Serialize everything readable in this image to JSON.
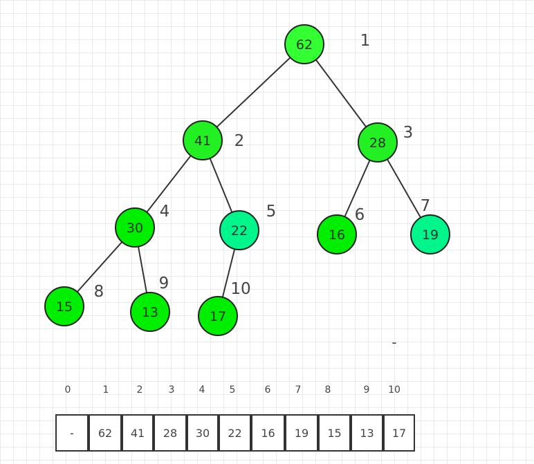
{
  "tree": {
    "nodes": [
      {
        "value": "62",
        "index": "1",
        "color": "#33ff33"
      },
      {
        "value": "41",
        "index": "2",
        "color": "#22f022"
      },
      {
        "value": "28",
        "index": "3",
        "color": "#22f022"
      },
      {
        "value": "30",
        "index": "4",
        "color": "#00ee00"
      },
      {
        "value": "22",
        "index": "5",
        "color": "#00f58a"
      },
      {
        "value": "16",
        "index": "6",
        "color": "#00ee00"
      },
      {
        "value": "19",
        "index": "7",
        "color": "#00f58a"
      },
      {
        "value": "15",
        "index": "8",
        "color": "#00ee00"
      },
      {
        "value": "13",
        "index": "9",
        "color": "#00ee00"
      },
      {
        "value": "17",
        "index": "10",
        "color": "#00ee00"
      }
    ],
    "edges": [
      [
        1,
        2
      ],
      [
        1,
        3
      ],
      [
        2,
        4
      ],
      [
        2,
        5
      ],
      [
        3,
        6
      ],
      [
        3,
        7
      ],
      [
        4,
        8
      ],
      [
        4,
        9
      ],
      [
        5,
        10
      ]
    ],
    "stray_mark": "-"
  },
  "array": {
    "indices": [
      "0",
      "1",
      "2",
      "3",
      "4",
      "5",
      "6",
      "7",
      "8",
      "9",
      "10"
    ],
    "cells": [
      "-",
      "62",
      "41",
      "28",
      "30",
      "22",
      "16",
      "19",
      "15",
      "13",
      "17"
    ]
  }
}
